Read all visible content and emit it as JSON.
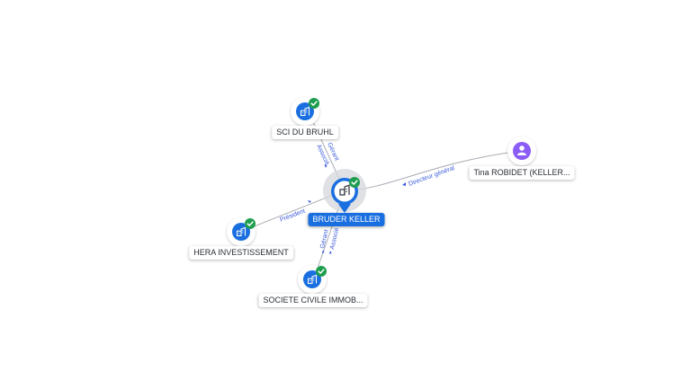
{
  "colors": {
    "company": "#1a6fe0",
    "person": "#8b5cf6",
    "verified": "#1e9e4e",
    "edge": "#a9adb4",
    "edge_label": "#3b5bdb"
  },
  "nodes": {
    "center": {
      "label": "BRUDER KELLER",
      "icon": "building-icon",
      "verified": true
    },
    "sci": {
      "label": "SCI DU BRUHL",
      "icon": "building-icon",
      "verified": true
    },
    "hera": {
      "label": "HERA INVESTISSEMENT",
      "icon": "building-icon",
      "verified": true
    },
    "societe": {
      "label": "SOCIETE CIVILE IMMOB...",
      "icon": "building-icon",
      "verified": true
    },
    "tina": {
      "label": "Tina ROBIDET (KELLER...",
      "icon": "person-icon",
      "verified": false
    }
  },
  "edges": {
    "sci": {
      "label1": "Gérant",
      "label2": "Associé"
    },
    "hera": {
      "label1": "Président"
    },
    "societe": {
      "label1": "Gérant",
      "label2": "Associé"
    },
    "tina": {
      "label1": "Directeur général"
    }
  }
}
